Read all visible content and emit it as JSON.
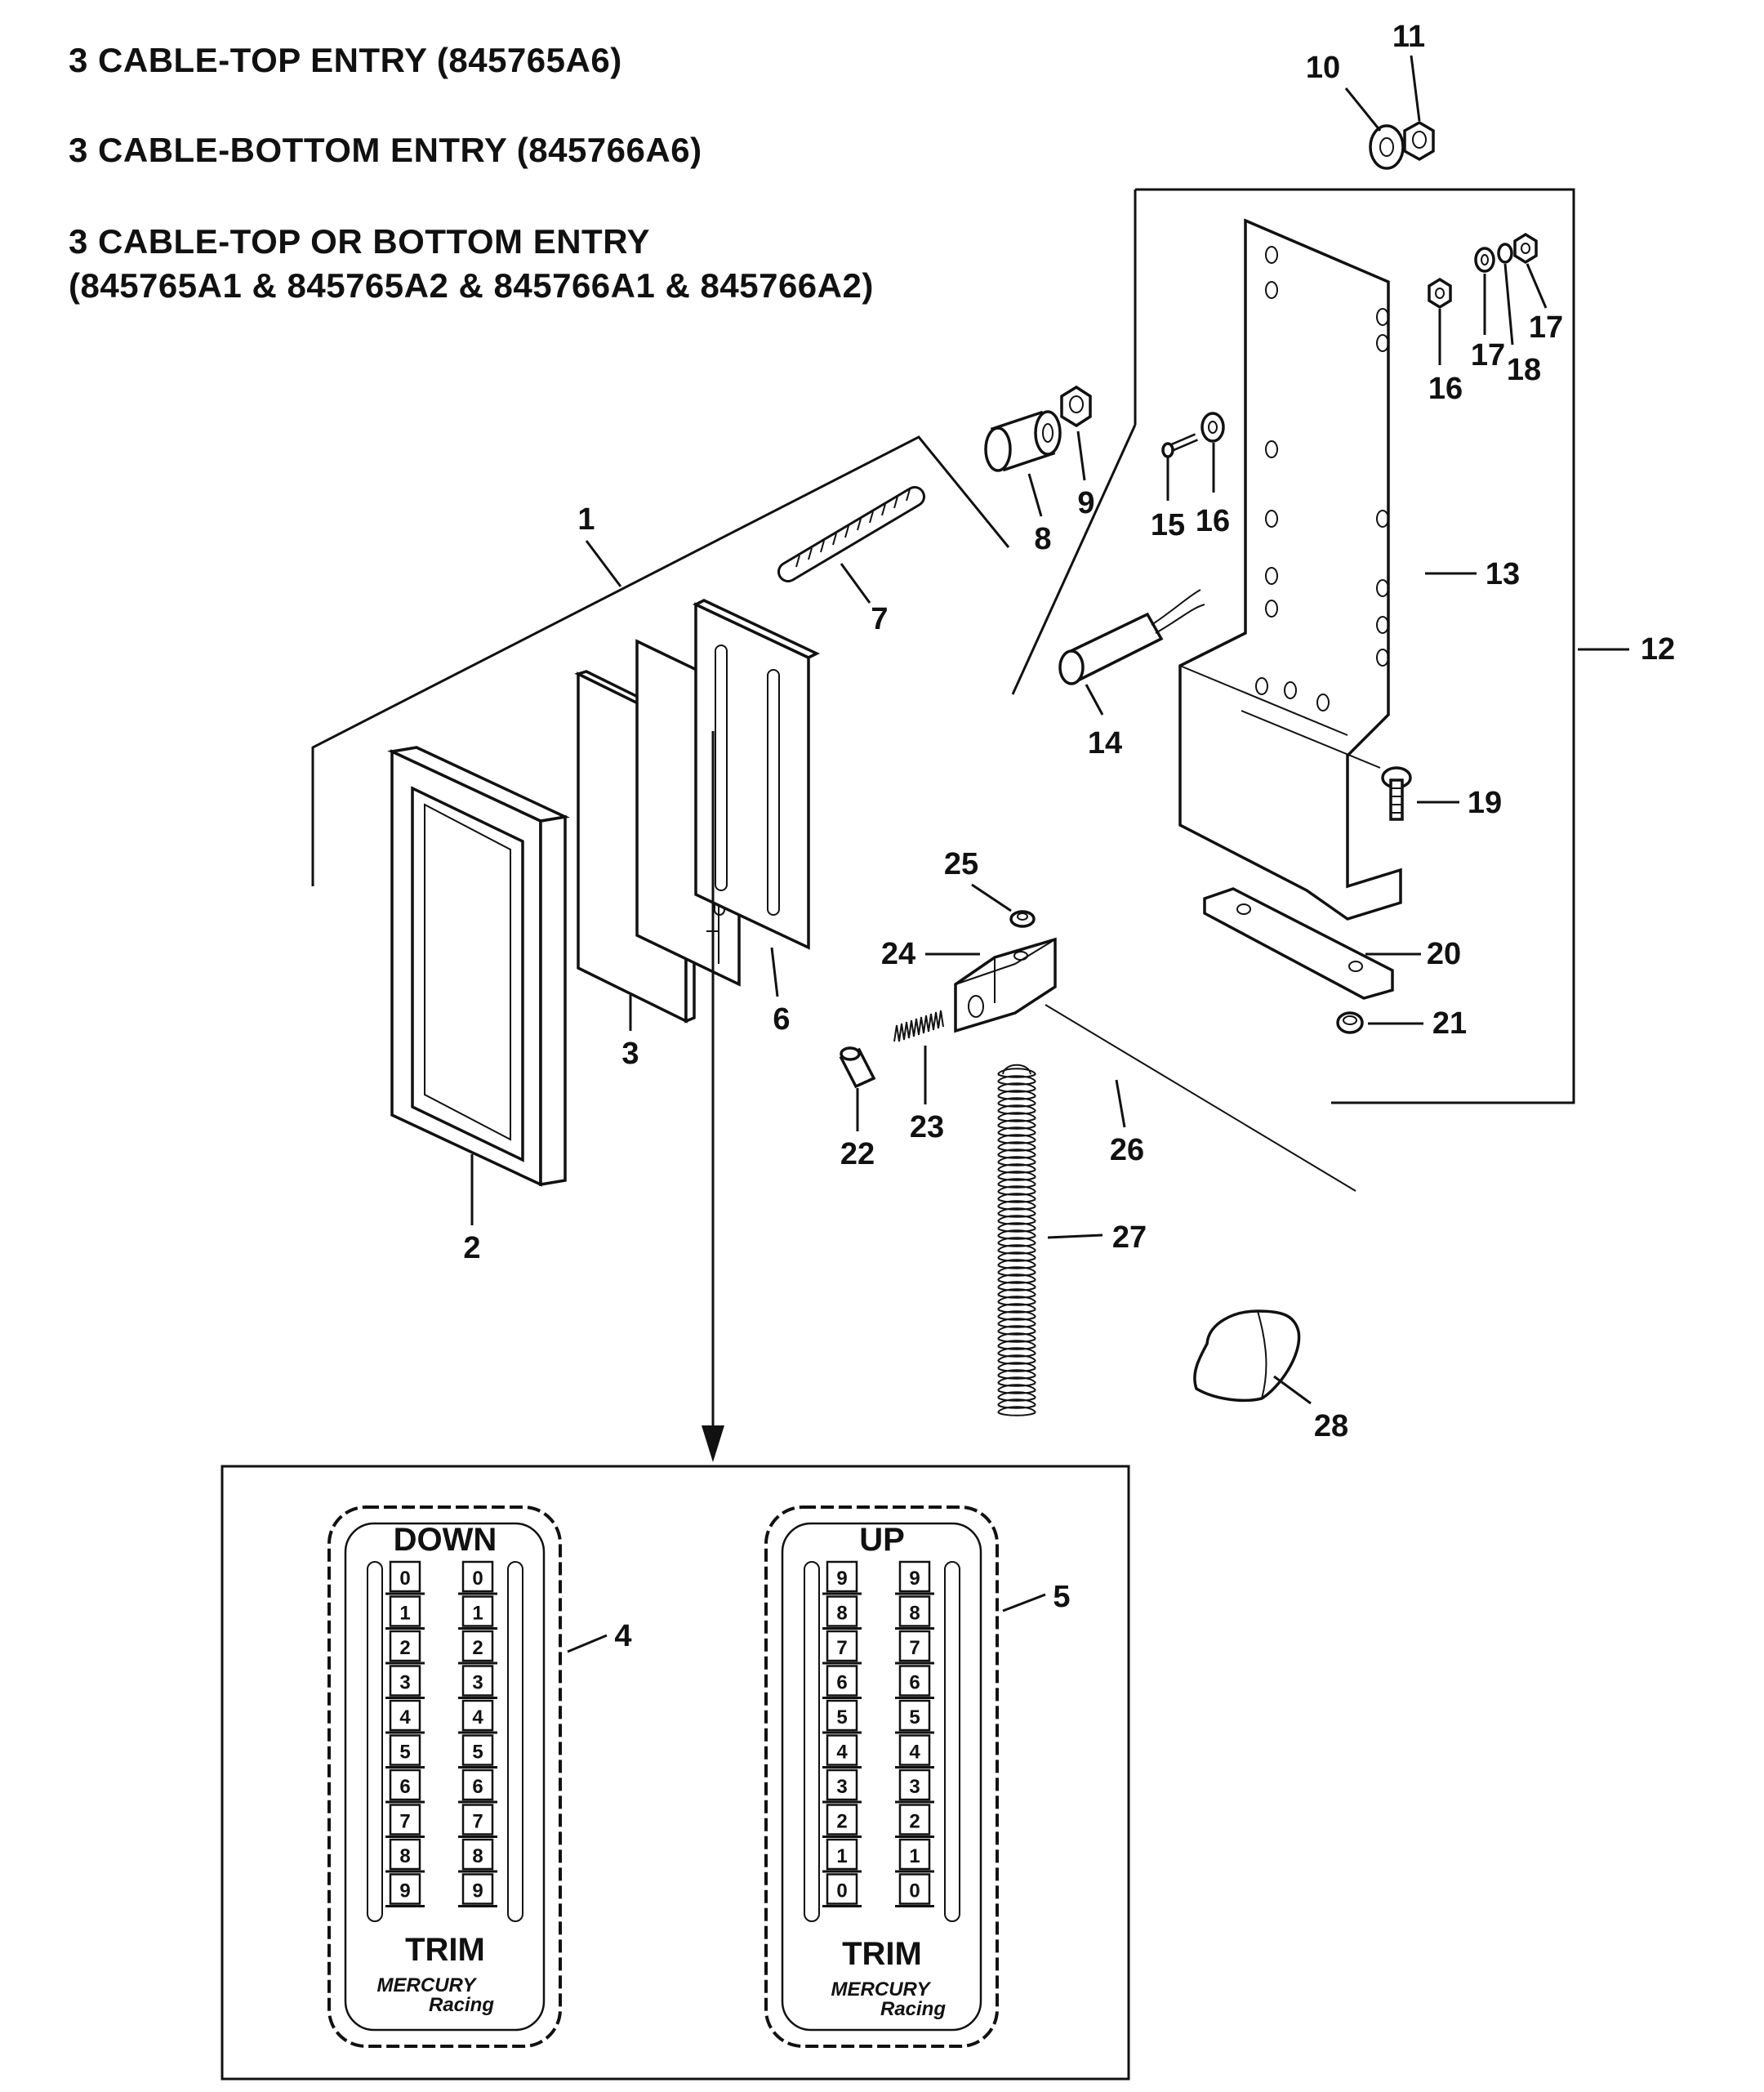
{
  "titles": {
    "line1": "3 CABLE-TOP ENTRY (845765A6)",
    "line2": "3 CABLE-BOTTOM ENTRY (845766A6)",
    "line3": "3 CABLE-TOP OR BOTTOM ENTRY",
    "line4": "(845765A1  & 845765A2  & 845766A1  & 845766A2)"
  },
  "callouts": {
    "c1": "1",
    "c2": "2",
    "c3": "3",
    "c4": "4",
    "c5": "5",
    "c6": "6",
    "c7": "7",
    "c8": "8",
    "c9": "9",
    "c10": "10",
    "c11": "11",
    "c12": "12",
    "c13": "13",
    "c14": "14",
    "c15": "15",
    "c16a": "16",
    "c16b": "16",
    "c17a": "17",
    "c17b": "17",
    "c18": "18",
    "c19": "19",
    "c20": "20",
    "c21": "21",
    "c22": "22",
    "c23": "23",
    "c24": "24",
    "c25": "25",
    "c26": "26",
    "c27": "27",
    "c28": "28"
  },
  "gauge_down": {
    "heading": "DOWN",
    "scale": [
      "0",
      "1",
      "2",
      "3",
      "4",
      "5",
      "6",
      "7",
      "8",
      "9"
    ],
    "footer": "TRIM",
    "brand": "MERCURY",
    "brand_sub": "Racing"
  },
  "gauge_up": {
    "heading": "UP",
    "scale": [
      "9",
      "8",
      "7",
      "6",
      "5",
      "4",
      "3",
      "2",
      "1",
      "0"
    ],
    "footer": "TRIM",
    "brand": "MERCURY",
    "brand_sub": "Racing"
  }
}
